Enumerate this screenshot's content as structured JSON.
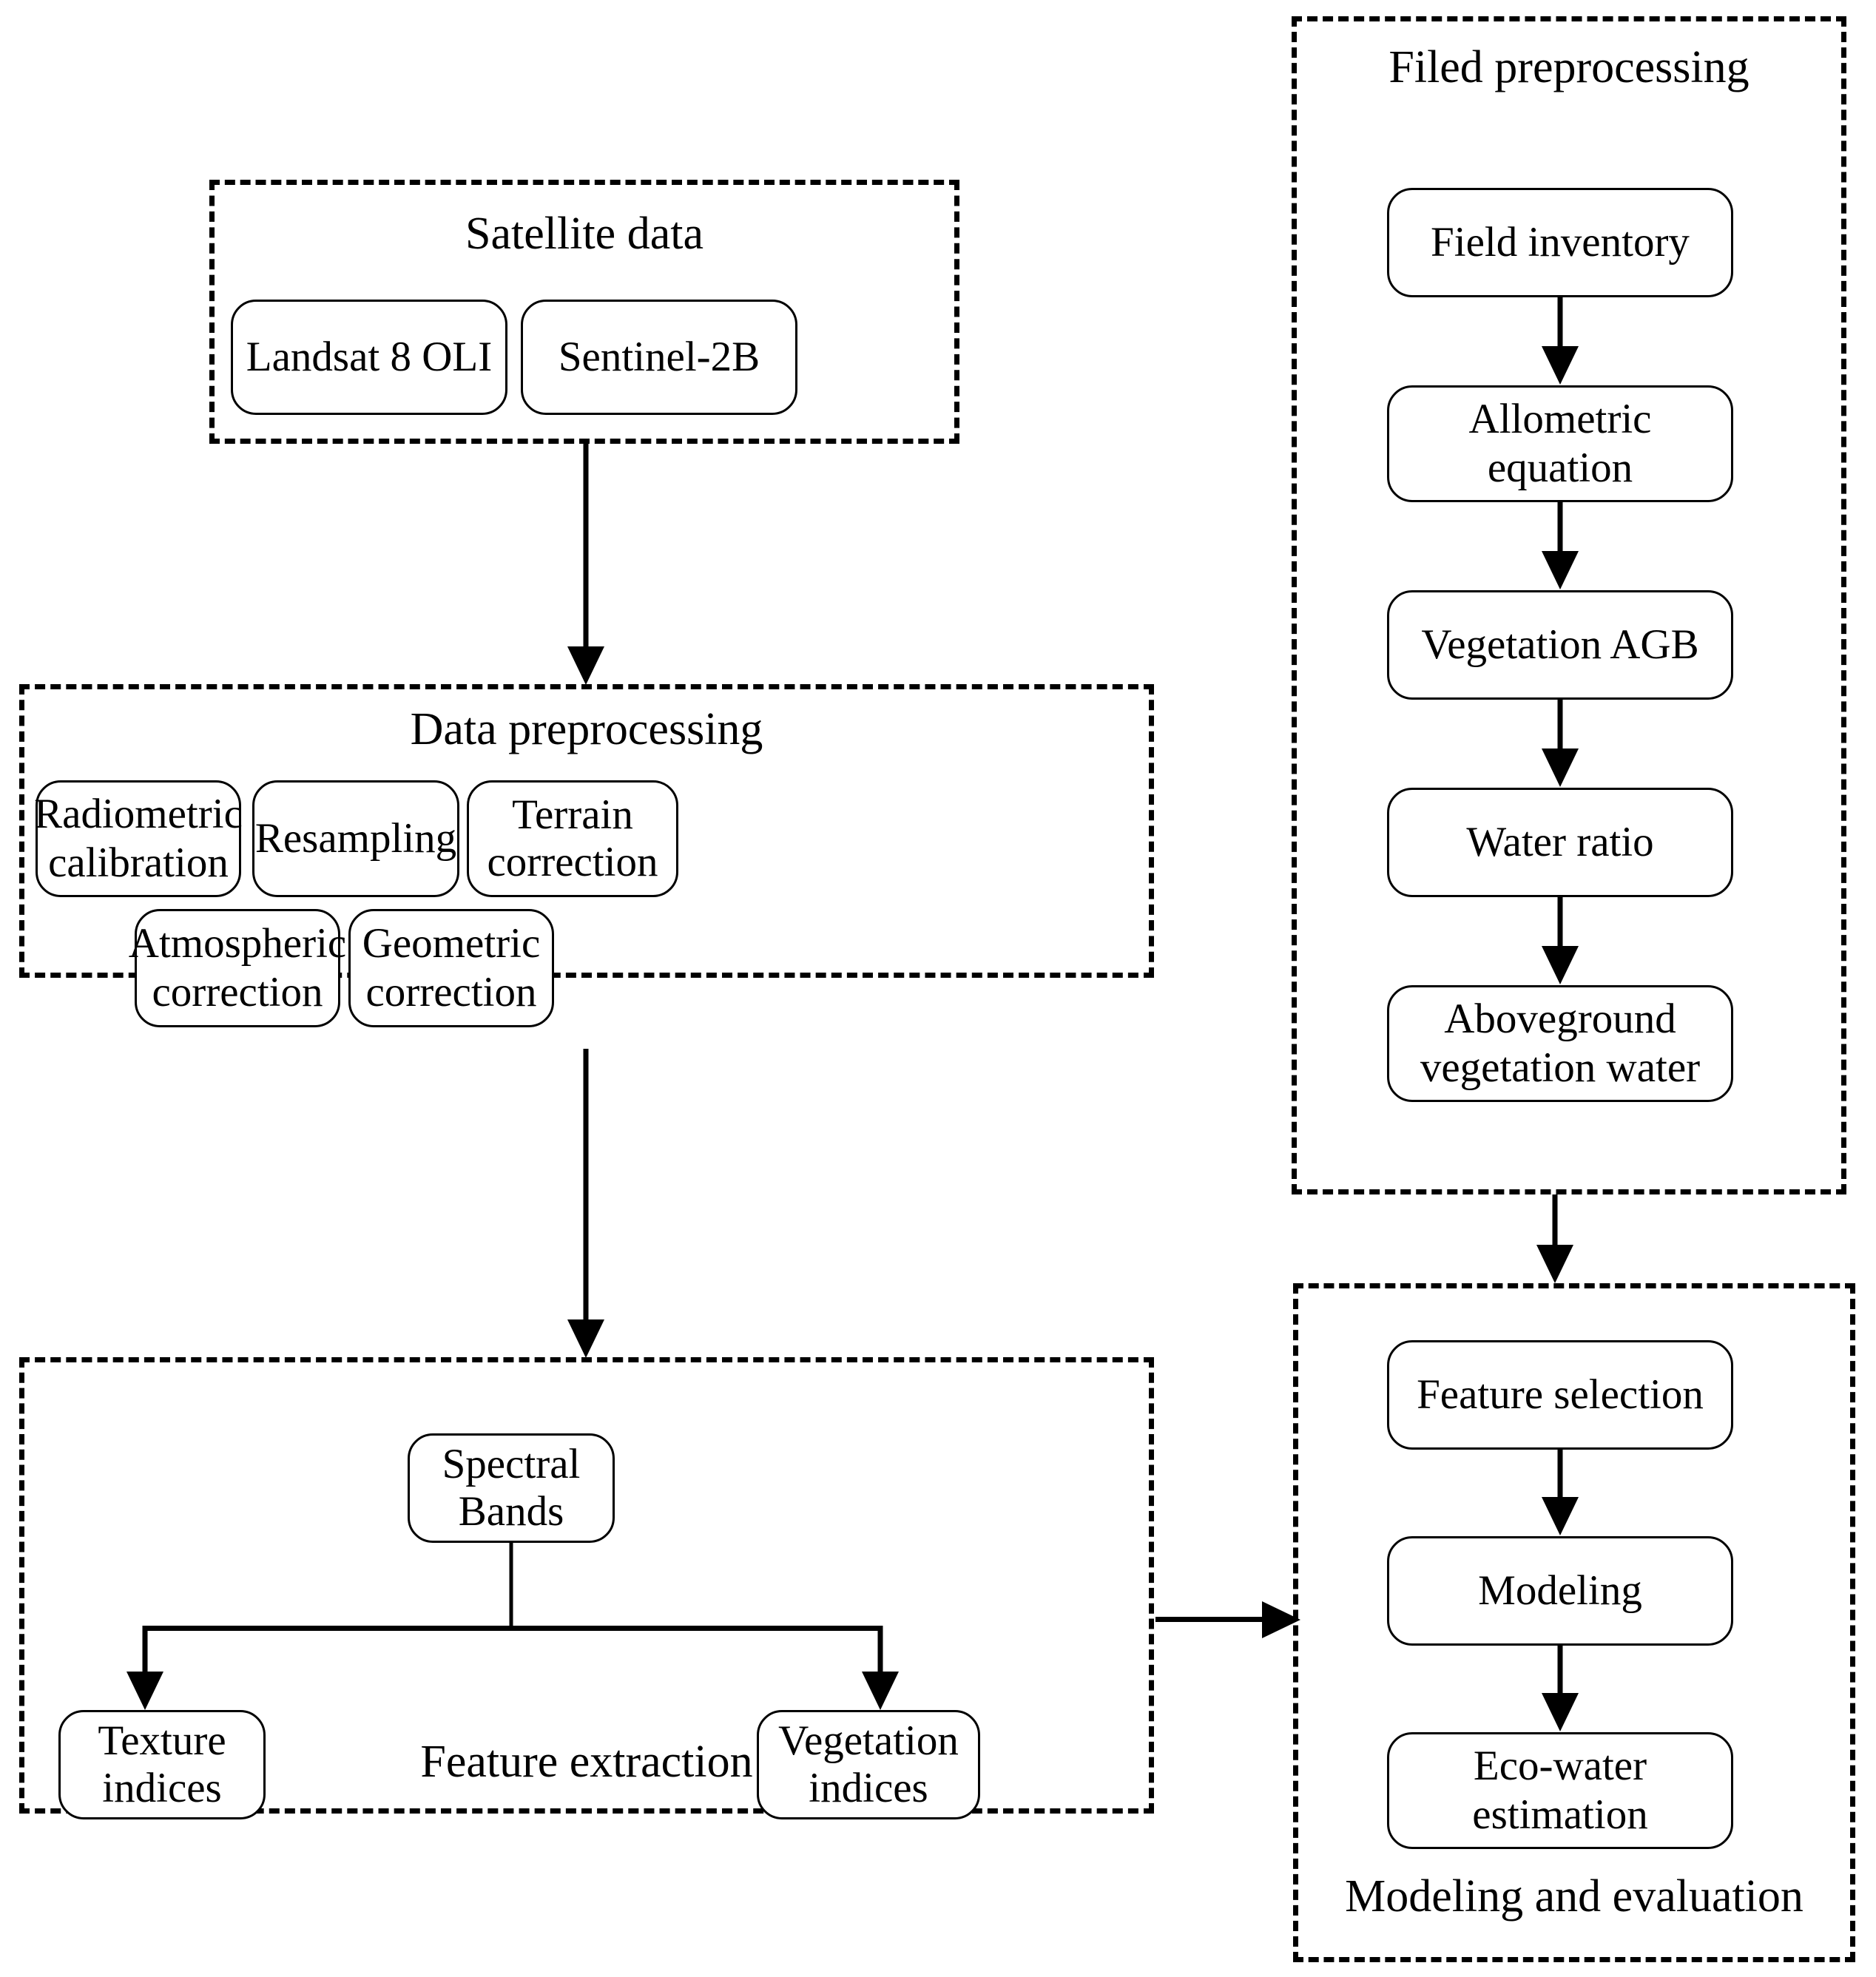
{
  "diagram": {
    "type": "flowchart",
    "title": "Eco-water estimation workflow",
    "groups": [
      {
        "id": "satellite-data",
        "title": "Satellite data",
        "title_position": "top",
        "nodes": [
          {
            "id": "landsat-8-oli",
            "label": "Landsat 8 OLI"
          },
          {
            "id": "sentinel-2b",
            "label": "Sentinel-2B"
          }
        ]
      },
      {
        "id": "data-preprocessing",
        "title": "Data preprocessing",
        "title_position": "top",
        "nodes": [
          {
            "id": "radiometric-calibration",
            "label": "Radiometric\ncalibration"
          },
          {
            "id": "resampling",
            "label": "Resampling"
          },
          {
            "id": "terrain-correction",
            "label": "Terrain correction"
          },
          {
            "id": "atmospheric-correction",
            "label": "Atmospheric\ncorrection"
          },
          {
            "id": "geometric-correction",
            "label": "Geometric\ncorrection"
          }
        ]
      },
      {
        "id": "feature-extraction",
        "title": "Feature extraction",
        "title_position": "bottom",
        "nodes": [
          {
            "id": "spectral-bands",
            "label": "Spectral Bands"
          },
          {
            "id": "texture-indices",
            "label": "Texture indices"
          },
          {
            "id": "vegetation-indices",
            "label": "Vegetation indices"
          }
        ]
      },
      {
        "id": "filed-preprocessing",
        "title": "Filed preprocessing",
        "title_position": "top",
        "nodes": [
          {
            "id": "field-inventory",
            "label": "Field inventory"
          },
          {
            "id": "allometric-equation",
            "label": "Allometric\nequation"
          },
          {
            "id": "vegetation-agb",
            "label": "Vegetation AGB"
          },
          {
            "id": "water-ratio",
            "label": "Water ratio"
          },
          {
            "id": "aboveground-vegetation-water",
            "label": "Aboveground\nvegetation water"
          }
        ]
      },
      {
        "id": "modeling-and-evaluation",
        "title": "Modeling and evaluation",
        "title_position": "bottom",
        "nodes": [
          {
            "id": "feature-selection",
            "label": "Feature selection"
          },
          {
            "id": "modeling",
            "label": "Modeling"
          },
          {
            "id": "eco-water-estimation",
            "label": "Eco-water\nestimation"
          }
        ]
      }
    ],
    "edges": [
      {
        "from": "satellite-data",
        "to": "data-preprocessing",
        "direction": "down"
      },
      {
        "from": "data-preprocessing",
        "to": "feature-extraction",
        "direction": "down"
      },
      {
        "from": "spectral-bands",
        "to": "texture-indices",
        "direction": "down-split-left"
      },
      {
        "from": "spectral-bands",
        "to": "vegetation-indices",
        "direction": "down-split-right"
      },
      {
        "from": "feature-extraction",
        "to": "modeling-and-evaluation",
        "direction": "right"
      },
      {
        "from": "field-inventory",
        "to": "allometric-equation",
        "direction": "down"
      },
      {
        "from": "allometric-equation",
        "to": "vegetation-agb",
        "direction": "down"
      },
      {
        "from": "vegetation-agb",
        "to": "water-ratio",
        "direction": "down"
      },
      {
        "from": "water-ratio",
        "to": "aboveground-vegetation-water",
        "direction": "down"
      },
      {
        "from": "filed-preprocessing",
        "to": "modeling-and-evaluation",
        "direction": "down"
      },
      {
        "from": "feature-selection",
        "to": "modeling",
        "direction": "down"
      },
      {
        "from": "modeling",
        "to": "eco-water-estimation",
        "direction": "down"
      }
    ],
    "colors": {
      "stroke": "#000000",
      "background": "#ffffff",
      "text": "#000000"
    }
  },
  "labels": {
    "satellite_data": "Satellite data",
    "landsat_8_oli": "Landsat 8 OLI",
    "sentinel_2b": "Sentinel-2B",
    "data_preprocessing": "Data preprocessing",
    "radiometric_calibration_l1": "Radiometric",
    "radiometric_calibration_l2": "calibration",
    "resampling": "Resampling",
    "terrain_correction": "Terrain correction",
    "atmospheric_correction_l1": "Atmospheric",
    "atmospheric_correction_l2": "correction",
    "geometric_correction_l1": "Geometric",
    "geometric_correction_l2": "correction",
    "feature_extraction": "Feature extraction",
    "spectral_bands": "Spectral Bands",
    "texture_indices": "Texture indices",
    "vegetation_indices": "Vegetation indices",
    "filed_preprocessing": "Filed preprocessing",
    "field_inventory": "Field inventory",
    "allometric_equation_l1": "Allometric",
    "allometric_equation_l2": "equation",
    "vegetation_agb": "Vegetation AGB",
    "water_ratio": "Water ratio",
    "aboveground_vegetation_water_l1": "Aboveground",
    "aboveground_vegetation_water_l2": "vegetation water",
    "modeling_and_evaluation": "Modeling and evaluation",
    "feature_selection": "Feature selection",
    "modeling": "Modeling",
    "eco_water_estimation_l1": "Eco-water",
    "eco_water_estimation_l2": "estimation"
  }
}
